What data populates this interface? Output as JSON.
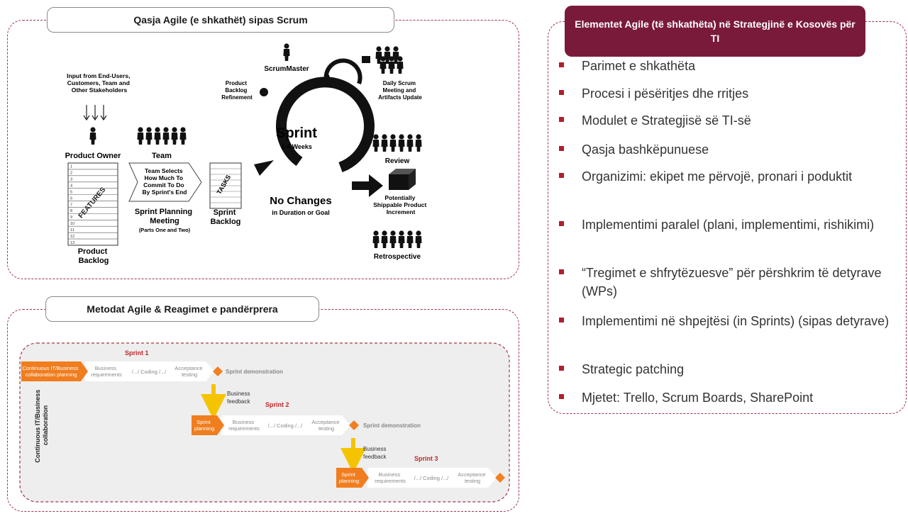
{
  "scrum_panel": {
    "title": "Qasja Agile (e shkathët) sipas Scrum",
    "inputs_lines": [
      "Input from End-Users,",
      "Customers, Team and",
      "Other Stakeholders"
    ],
    "product_owner": "Product Owner",
    "team": "Team",
    "features": "FEATURES",
    "backlog_numbers": [
      "1",
      "2",
      "3",
      "4",
      "5",
      "6",
      "7",
      "8",
      "9",
      "10",
      "11",
      "12",
      "13"
    ],
    "product_backlog": [
      "Product",
      "Backlog"
    ],
    "team_selects": [
      "Team Selects",
      "How Much To",
      "Commit To Do",
      "By Sprint's End"
    ],
    "sprint_planning": [
      "Sprint Planning",
      "Meeting"
    ],
    "parts": "(Parts One and Two)",
    "tasks": "TASKS",
    "sprint_backlog": [
      "Sprint",
      "Backlog"
    ],
    "refinement": [
      "Product",
      "Backlog",
      "Refinement"
    ],
    "scrum_master": "ScrumMaster",
    "daily": [
      "Daily Scrum",
      "Meeting and",
      "Artifacts Update"
    ],
    "sprint": "Sprint",
    "sprint_weeks": "1-4 Weeks",
    "no_changes": "No Changes",
    "no_changes_sub": "in Duration or Goal",
    "review": "Review",
    "increment": [
      "Potentially",
      "Shippable Product",
      "Increment"
    ],
    "retrospective": "Retrospective"
  },
  "methods_panel": {
    "title": "Metodat Agile & Reagimet e pandërprera",
    "side_label": [
      "Continuous IT/Business",
      "collaboration"
    ],
    "row1": {
      "sprint_label": "Sprint 1",
      "planning": [
        "Continuous IT/Business",
        "collaboration planning"
      ],
      "steps": [
        [
          "Business",
          "requirements"
        ],
        [
          "/.../ Coding /.../"
        ],
        [
          "Acceptance",
          "testing"
        ]
      ],
      "demo": "Sprint demonstration"
    },
    "feedback1": [
      "Business",
      "feedback"
    ],
    "row2": {
      "sprint_label": "Sprint 2",
      "planning": [
        "Sprint",
        "planning"
      ],
      "steps": [
        [
          "Business",
          "requirements"
        ],
        [
          "/.../ Coding /.../"
        ],
        [
          "Acceptance",
          "testing"
        ]
      ],
      "demo": "Sprint demonstration"
    },
    "feedback2": [
      "Business",
      "feedback"
    ],
    "row3": {
      "sprint_label": "Sprint 3",
      "planning": [
        "Sprint",
        "planning"
      ],
      "steps": [
        [
          "Business",
          "requirements"
        ],
        [
          "/.../ Coding /.../"
        ],
        [
          "Acceptance",
          "testing"
        ]
      ]
    }
  },
  "elements_panel": {
    "title": "Elementet  Agile (të shkathëta) në Strategjinë e Kosovës për TI",
    "items": [
      "Parimet e shkathëta",
      "Procesi i pësëritjes dhe rritjes",
      "Modulet e Strategjisë së TI-së",
      "Qasja bashkëpunuese",
      "Organizimi: ekipet me përvojë, pronari i poduktit",
      "Implementimi paralel (plani, implementimi, rishikimi)",
      "“Tregimet e shfrytëzuesve” për përshkrim të detyrave (WPs)",
      "Implementimi  në shpejtësi (in Sprints) (sipas detyrave)",
      "Strategic patching",
      "Mjetet: Trello, Scrum Boards, SharePoint"
    ]
  },
  "colors": {
    "accent": "#7a1a3a",
    "dashed_border": "#a0344a",
    "bullet": "#b01e2f",
    "planning_orange": "#f07d1e",
    "arrow_yellow": "#f5c400",
    "diamond_orange": "#f08020",
    "sprint_red": "#c0282a"
  }
}
